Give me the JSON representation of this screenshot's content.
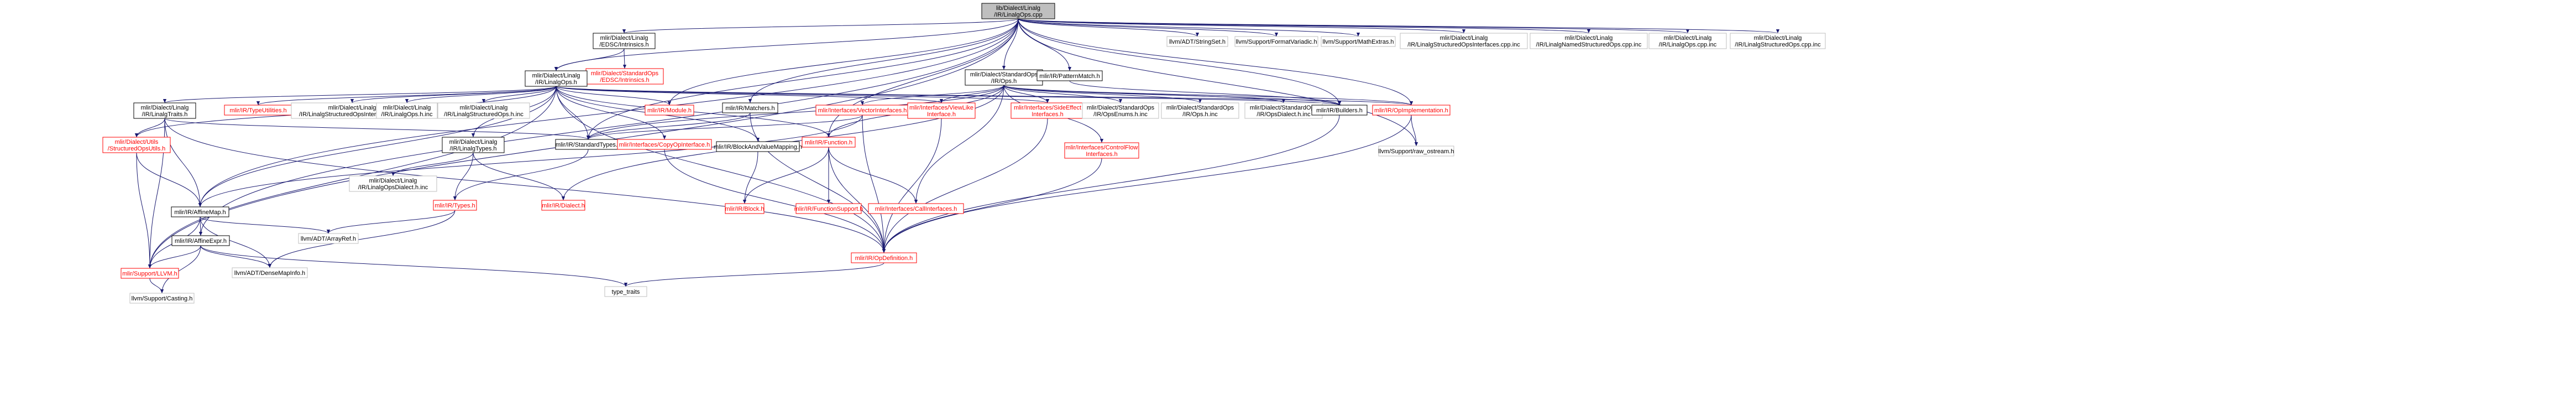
{
  "graph": {
    "root_id": "root",
    "colors": {
      "root_fill": "#bfbfbf",
      "node_fill": "#ffffff",
      "node_stroke": "#000000",
      "missing_stroke": "#bfbfbf",
      "link_text": "#000000",
      "red_text": "#ff0000",
      "edge": "#191970"
    },
    "nodes": [
      {
        "id": "root",
        "lines": [
          "lib/Dialect/Linalg",
          "/IR/LinalgOps.cpp"
        ],
        "style": "root"
      },
      {
        "id": "edsc_intrinsics",
        "lines": [
          "mlir/Dialect/Linalg",
          "/EDSC/Intrinsics.h"
        ],
        "style": "link"
      },
      {
        "id": "std_edsc_intrinsics",
        "lines": [
          "mlir/Dialect/StandardOps",
          "/EDSC/Intrinsics.h"
        ],
        "style": "red"
      },
      {
        "id": "linalg_ops_h",
        "lines": [
          "mlir/Dialect/Linalg",
          "/IR/LinalgOps.h"
        ],
        "style": "link"
      },
      {
        "id": "matchers",
        "lines": [
          "mlir/IR/Matchers.h"
        ],
        "style": "link"
      },
      {
        "id": "std_ops_h",
        "lines": [
          "mlir/Dialect/StandardOps",
          "/IR/Ops.h"
        ],
        "style": "link"
      },
      {
        "id": "pattern_match",
        "lines": [
          "mlir/IR/PatternMatch.h"
        ],
        "style": "link"
      },
      {
        "id": "stringset",
        "lines": [
          "llvm/ADT/StringSet.h"
        ],
        "style": "plain"
      },
      {
        "id": "formatvariadic",
        "lines": [
          "llvm/Support/FormatVariadic.h"
        ],
        "style": "plain"
      },
      {
        "id": "mathextras",
        "lines": [
          "llvm/Support/MathExtras.h"
        ],
        "style": "plain"
      },
      {
        "id": "structured_ops_ifaces_cpp",
        "lines": [
          "mlir/Dialect/Linalg",
          "/IR/LinalgStructuredOpsInterfaces.cpp.inc"
        ],
        "style": "plain"
      },
      {
        "id": "named_structured_ops_cpp",
        "lines": [
          "mlir/Dialect/Linalg",
          "/IR/LinalgNamedStructuredOps.cpp.inc"
        ],
        "style": "plain"
      },
      {
        "id": "linalg_ops_cpp_inc",
        "lines": [
          "mlir/Dialect/Linalg",
          "/IR/LinalgOps.cpp.inc"
        ],
        "style": "plain"
      },
      {
        "id": "linalg_structured_ops_cpp_inc",
        "lines": [
          "mlir/Dialect/Linalg",
          "/IR/LinalgStructuredOps.cpp.inc"
        ],
        "style": "plain"
      },
      {
        "id": "linalg_traits",
        "lines": [
          "mlir/Dialect/Linalg",
          "/IR/LinalgTraits.h"
        ],
        "style": "link"
      },
      {
        "id": "type_utilities",
        "lines": [
          "mlir/IR/TypeUtilities.h"
        ],
        "style": "red"
      },
      {
        "id": "structured_ops_ifaces_h_inc",
        "lines": [
          "mlir/Dialect/Linalg",
          "/IR/LinalgStructuredOpsInterfaces.h.inc"
        ],
        "style": "plain"
      },
      {
        "id": "linalg_ops_h_inc",
        "lines": [
          "mlir/Dialect/Linalg",
          "/IR/LinalgOps.h.inc"
        ],
        "style": "plain"
      },
      {
        "id": "linalg_structured_ops_h_inc",
        "lines": [
          "mlir/Dialect/Linalg",
          "/IR/LinalgStructuredOps.h.inc"
        ],
        "style": "plain"
      },
      {
        "id": "module",
        "lines": [
          "mlir/IR/Module.h"
        ],
        "style": "red"
      },
      {
        "id": "vector_ifaces",
        "lines": [
          "mlir/Interfaces/VectorInterfaces.h"
        ],
        "style": "red"
      },
      {
        "id": "view_like",
        "lines": [
          "mlir/Interfaces/ViewLike",
          "Interface.h"
        ],
        "style": "red"
      },
      {
        "id": "side_effect",
        "lines": [
          "mlir/Interfaces/SideEffect",
          "Interfaces.h"
        ],
        "style": "red"
      },
      {
        "id": "ops_enums",
        "lines": [
          "mlir/Dialect/StandardOps",
          "/IR/OpsEnums.h.inc"
        ],
        "style": "plain"
      },
      {
        "id": "std_ops_h_inc",
        "lines": [
          "mlir/Dialect/StandardOps",
          "/IR/Ops.h.inc"
        ],
        "style": "plain"
      },
      {
        "id": "ops_dialect",
        "lines": [
          "mlir/Dialect/StandardOps",
          "/IR/OpsDialect.h.inc"
        ],
        "style": "plain"
      },
      {
        "id": "builders",
        "lines": [
          "mlir/IR/Builders.h"
        ],
        "style": "link"
      },
      {
        "id": "op_impl",
        "lines": [
          "mlir/IR/OpImplementation.h"
        ],
        "style": "red"
      },
      {
        "id": "structured_ops_utils",
        "lines": [
          "mlir/Dialect/Utils",
          "/StructuredOpsUtils.h"
        ],
        "style": "red"
      },
      {
        "id": "linalg_types",
        "lines": [
          "mlir/Dialect/Linalg",
          "/IR/LinalgTypes.h"
        ],
        "style": "link"
      },
      {
        "id": "standard_types",
        "lines": [
          "mlir/IR/StandardTypes.h"
        ],
        "style": "link"
      },
      {
        "id": "copy_op_iface",
        "lines": [
          "mlir/Interfaces/CopyOpInterface.h"
        ],
        "style": "red"
      },
      {
        "id": "block_and_value_mapping",
        "lines": [
          "mlir/IR/BlockAndValueMapping.h"
        ],
        "style": "link"
      },
      {
        "id": "function",
        "lines": [
          "mlir/IR/Function.h"
        ],
        "style": "red"
      },
      {
        "id": "control_flow",
        "lines": [
          "mlir/Interfaces/ControlFlow",
          "Interfaces.h"
        ],
        "style": "red"
      },
      {
        "id": "raw_ostream",
        "lines": [
          "llvm/Support/raw_ostream.h"
        ],
        "style": "plain"
      },
      {
        "id": "affine_map",
        "lines": [
          "mlir/IR/AffineMap.h"
        ],
        "style": "link"
      },
      {
        "id": "linalg_ops_dialect_inc",
        "lines": [
          "mlir/Dialect/Linalg",
          "/IR/LinalgOpsDialect.h.inc"
        ],
        "style": "plain"
      },
      {
        "id": "types",
        "lines": [
          "mlir/IR/Types.h"
        ],
        "style": "red"
      },
      {
        "id": "dialect",
        "lines": [
          "mlir/IR/Dialect.h"
        ],
        "style": "red"
      },
      {
        "id": "block",
        "lines": [
          "mlir/IR/Block.h"
        ],
        "style": "red"
      },
      {
        "id": "function_support",
        "lines": [
          "mlir/IR/FunctionSupport.h"
        ],
        "style": "red"
      },
      {
        "id": "callinterfaces",
        "lines": [
          "mlir/Interfaces/CallInterfaces.h"
        ],
        "style": "red"
      },
      {
        "id": "arrayref",
        "lines": [
          "llvm/ADT/ArrayRef.h"
        ],
        "style": "plain"
      },
      {
        "id": "affine_expr",
        "lines": [
          "mlir/IR/AffineExpr.h"
        ],
        "style": "link"
      },
      {
        "id": "op_definition",
        "lines": [
          "mlir/IR/OpDefinition.h"
        ],
        "style": "red"
      },
      {
        "id": "support_llvm",
        "lines": [
          "mlir/Support/LLVM.h"
        ],
        "style": "red"
      },
      {
        "id": "densemapinfo",
        "lines": [
          "llvm/ADT/DenseMapInfo.h"
        ],
        "style": "plain"
      },
      {
        "id": "type_traits",
        "lines": [
          "type_traits"
        ],
        "style": "plain"
      },
      {
        "id": "casting",
        "lines": [
          "llvm/Support/Casting.h"
        ],
        "style": "plain"
      }
    ]
  }
}
